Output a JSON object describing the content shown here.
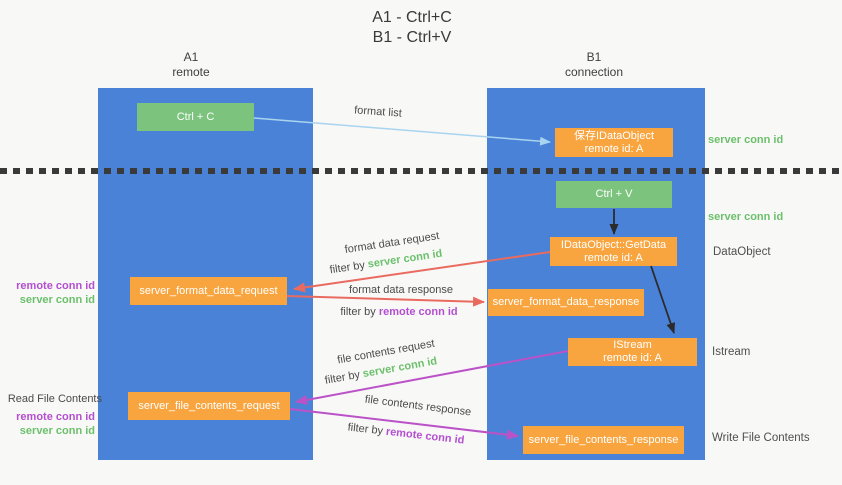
{
  "title": {
    "line1": "A1 - Ctrl+C",
    "line2": "B1 - Ctrl+V"
  },
  "lanes": {
    "a1": {
      "name": "A1",
      "subtitle": "remote"
    },
    "b1": {
      "name": "B1",
      "subtitle": "connection"
    }
  },
  "nodes": {
    "ctrl_c": {
      "label": "Ctrl + C"
    },
    "save_idataobject": {
      "line1": "保存IDataObject",
      "line2": "remote id: A"
    },
    "ctrl_v": {
      "label": "Ctrl + V"
    },
    "getdata": {
      "line1": "IDataObject::GetData",
      "line2": "remote id: A"
    },
    "format_request": {
      "label": "server_format_data_request"
    },
    "format_response": {
      "label": "server_format_data_response"
    },
    "istream": {
      "line1": "IStream",
      "line2": "remote id: A"
    },
    "file_request": {
      "label": "server_file_contents_request"
    },
    "file_response": {
      "label": "server_file_contents_response"
    }
  },
  "arrow_labels": {
    "format_list": "format list",
    "format_data_request": "format data request",
    "format_data_response": "format data response",
    "file_contents_request": "file contents request",
    "file_contents_response": "file contents response",
    "filter_by": "filter by",
    "server_conn_id": "server conn id",
    "remote_conn_id": "remote conn id"
  },
  "side_labels": {
    "server_conn_id_top": "server conn id",
    "server_conn_id_mid": "server conn id",
    "dataobject": "DataObject",
    "istream": "Istream",
    "write_file_contents": "Write File Contents",
    "read_file_contents": "Read File Contents",
    "remote_conn_id": "remote conn id",
    "server_conn_id": "server conn id"
  },
  "colors": {
    "lane_blue": "#4a82d8",
    "node_green": "#7cc47e",
    "node_orange": "#f8a540",
    "arrow_red": "#e96b60",
    "arrow_purple": "#bb52c8",
    "arrow_light_blue": "#a9d4ef",
    "arrow_black": "#2b2b2b",
    "text_green": "#6cc06c",
    "text_purple": "#b44fd0",
    "text_gray": "#4b4b4b"
  }
}
